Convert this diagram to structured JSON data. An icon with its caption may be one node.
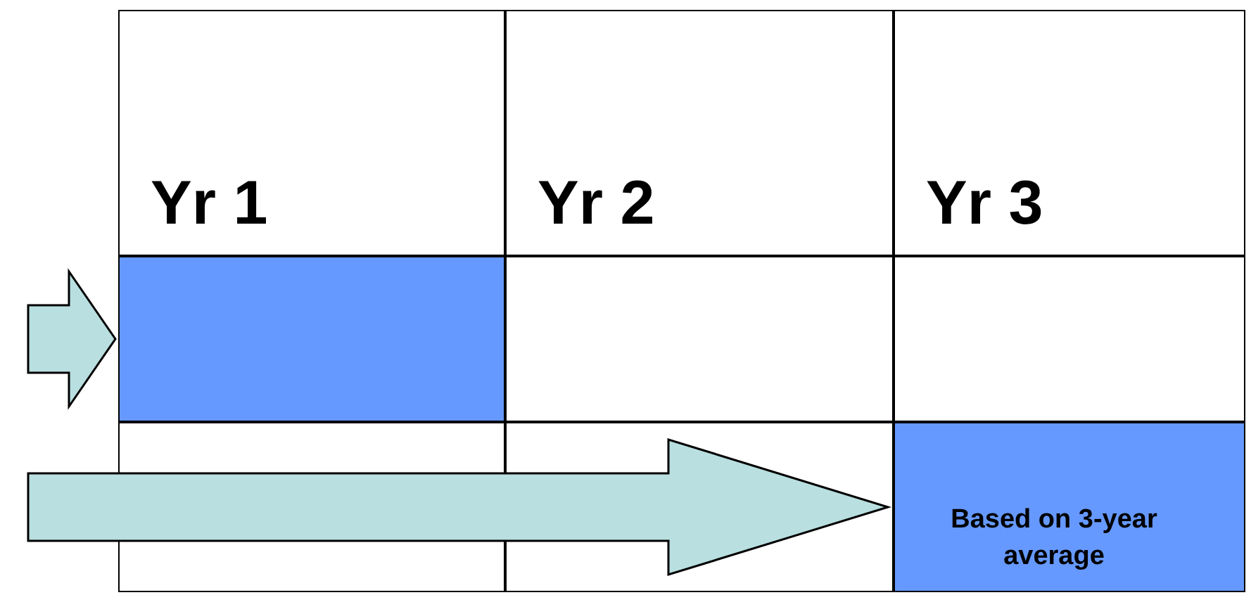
{
  "diagram": {
    "nodes": [
      {
        "text": [
          "Yr 1"
        ]
      },
      {
        "text": [
          "Yr 2"
        ]
      },
      {
        "text": [
          "Yr 3"
        ]
      },
      {
        "text": [],
        "shape": "box"
      },
      {
        "text": [],
        "shape": "box"
      },
      {
        "text": [],
        "shape": "box"
      },
      {
        "text": [],
        "shape": "box"
      },
      {
        "text": [],
        "shape": "box"
      },
      {
        "text": [
          "Based on 3-year average"
        ]
      }
    ],
    "edges": [
      {
        "from": null,
        "to": 3,
        "arrow": "to"
      },
      {
        "from": null,
        "to": 8,
        "arrow": "to"
      }
    ]
  }
}
